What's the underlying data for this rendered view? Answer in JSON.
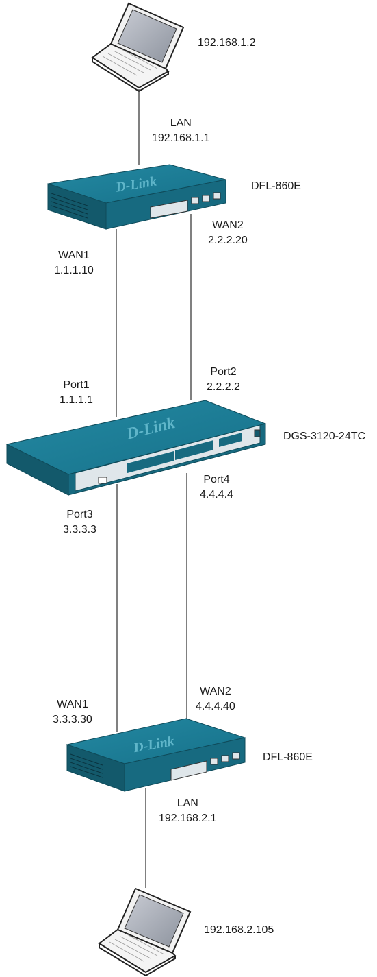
{
  "laptop_top": {
    "ip": "192.168.1.2"
  },
  "firewall_top": {
    "model": "DFL-860E",
    "logo": "D-Link",
    "lan": {
      "name": "LAN",
      "ip": "192.168.1.1"
    },
    "wan1": {
      "name": "WAN1",
      "ip": "1.1.1.10"
    },
    "wan2": {
      "name": "WAN2",
      "ip": "2.2.2.20"
    }
  },
  "switch": {
    "model": "DGS-3120-24TC",
    "logo": "D-Link",
    "port1": {
      "name": "Port1",
      "ip": "1.1.1.1"
    },
    "port2": {
      "name": "Port2",
      "ip": "2.2.2.2"
    },
    "port3": {
      "name": "Port3",
      "ip": "3.3.3.3"
    },
    "port4": {
      "name": "Port4",
      "ip": "4.4.4.4"
    }
  },
  "firewall_bottom": {
    "model": "DFL-860E",
    "logo": "D-Link",
    "lan": {
      "name": "LAN",
      "ip": "192.168.2.1"
    },
    "wan1": {
      "name": "WAN1",
      "ip": "3.3.3.30"
    },
    "wan2": {
      "name": "WAN2",
      "ip": "4.4.4.40"
    }
  },
  "laptop_bottom": {
    "ip": "192.168.2.105"
  },
  "colors": {
    "device_top": "#1d7d94",
    "device_side": "#13596b",
    "device_front": "#176a80",
    "port_panel": "#dfe6ea",
    "line": "#000000"
  }
}
